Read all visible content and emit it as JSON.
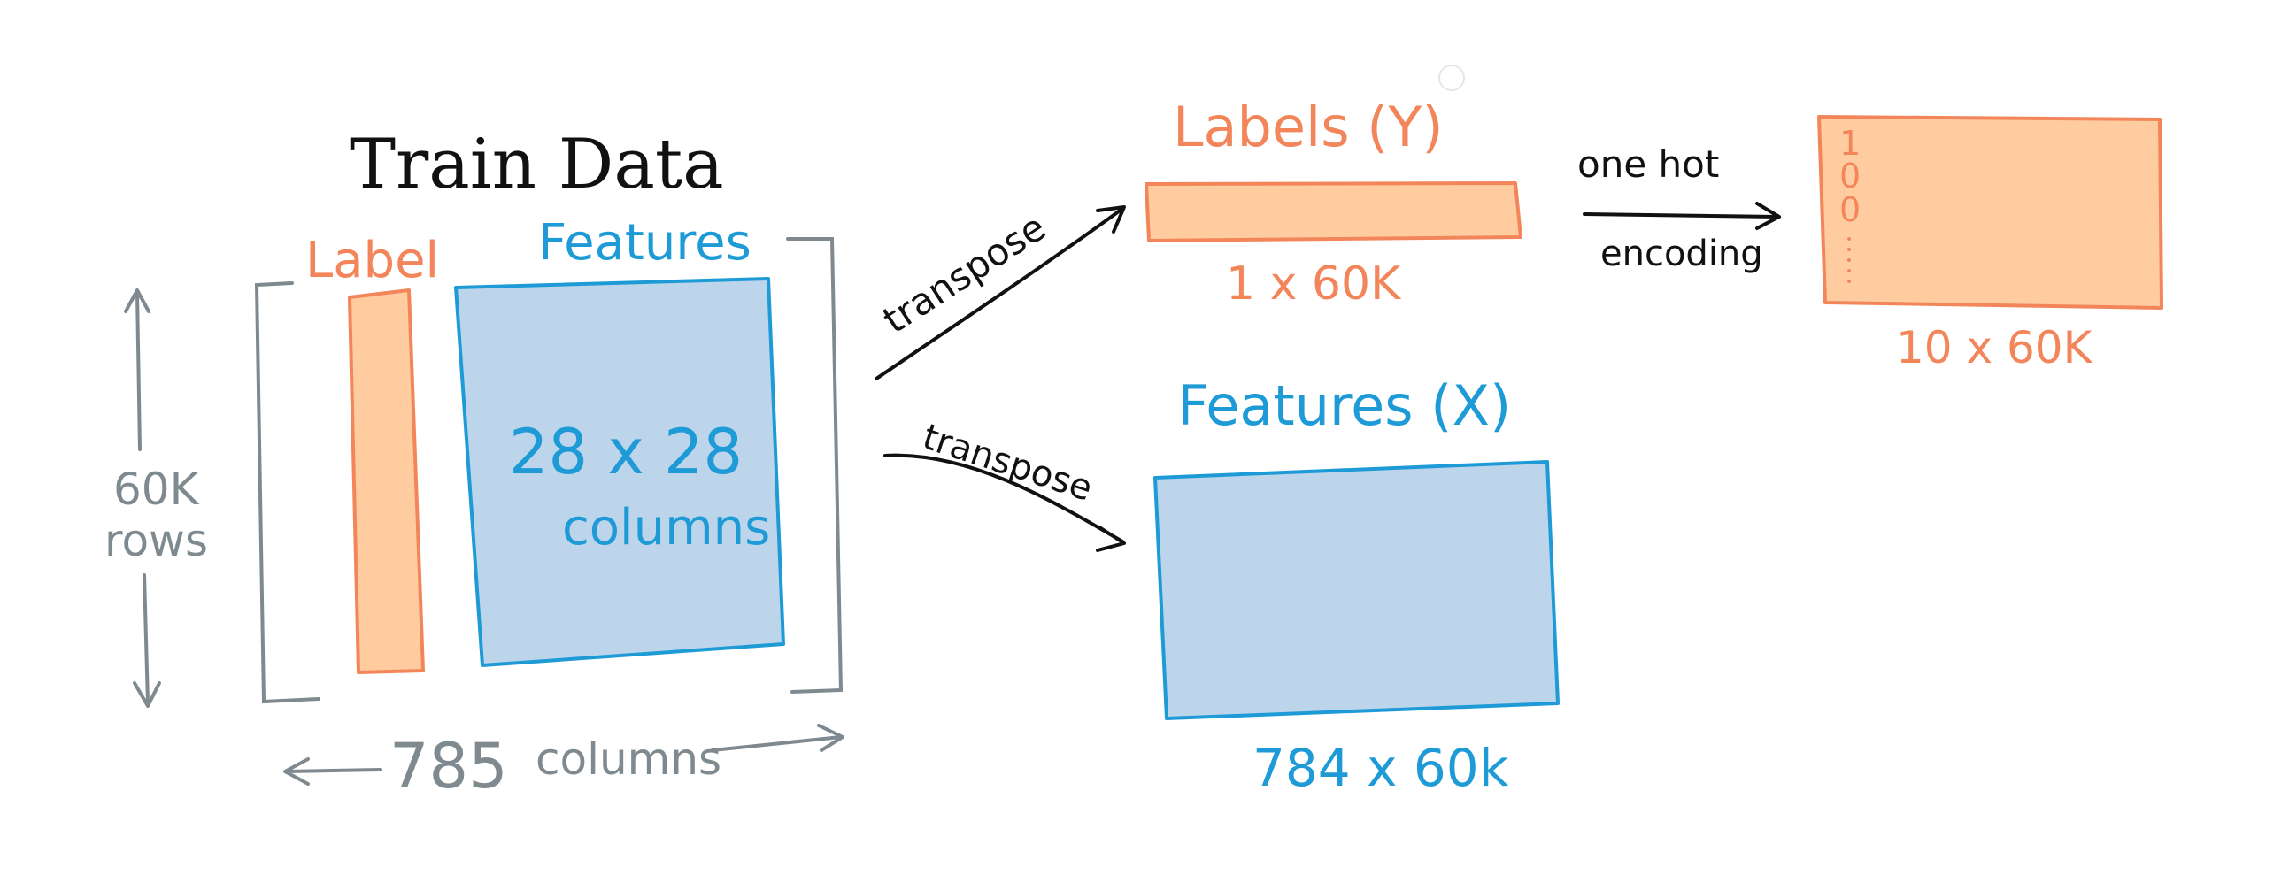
{
  "colors": {
    "orange_stroke": "#F2865A",
    "orange_fill": "#FFCCA0",
    "blue_stroke": "#1E9BD7",
    "blue_fill": "#BDD5EA",
    "gray": "#7F8A90",
    "black": "#111111"
  },
  "train": {
    "title": "Train Data",
    "label_header": "Label",
    "features_header": "Features",
    "features_line1": "28 x 28",
    "features_line2": "columns",
    "rows_line1": "60K",
    "rows_line2": "rows",
    "columns_count": "785",
    "columns_word": "columns"
  },
  "arrows": {
    "upper_label": "transpose",
    "lower_label": "transpose",
    "encode_line1": "one hot",
    "encode_line2": "encoding"
  },
  "labels_y": {
    "title": "Labels (Y)",
    "dims": "1 x 60K"
  },
  "features_x": {
    "title": "Features (X)",
    "dims": "784 x 60k"
  },
  "onehot": {
    "digit1": "1",
    "digit2": "0",
    "digit3": "0",
    "dims": "10 x 60K"
  }
}
